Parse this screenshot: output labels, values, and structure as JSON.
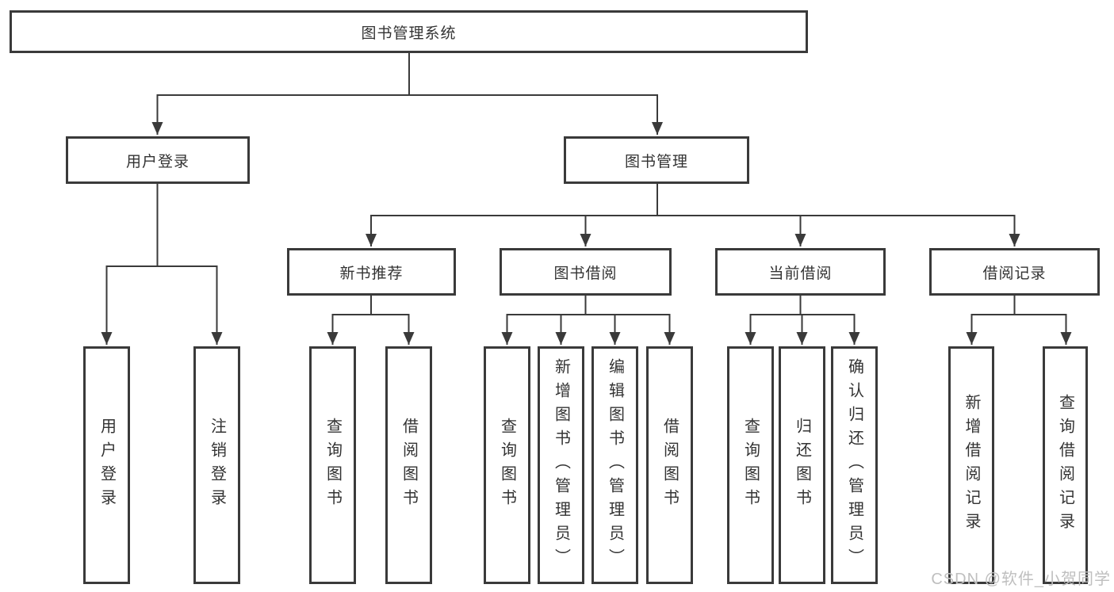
{
  "tree": {
    "root": {
      "label": "图书管理系统"
    },
    "level2": [
      {
        "label": "用户登录"
      },
      {
        "label": "图书管理"
      }
    ],
    "level3": [
      {
        "label": "新书推荐"
      },
      {
        "label": "图书借阅"
      },
      {
        "label": "当前借阅"
      },
      {
        "label": "借阅记录"
      }
    ],
    "leaves": [
      {
        "label": "用户登录"
      },
      {
        "label": "注销登录"
      },
      {
        "label": "查询图书"
      },
      {
        "label": "借阅图书"
      },
      {
        "label": "查询图书"
      },
      {
        "label": "新增图书（管理员）"
      },
      {
        "label": "编辑图书（管理员）"
      },
      {
        "label": "借阅图书"
      },
      {
        "label": "查询图书"
      },
      {
        "label": "归还图书"
      },
      {
        "label": "确认归还（管理员）"
      },
      {
        "label": "新增借阅记录"
      },
      {
        "label": "查询借阅记录"
      }
    ]
  },
  "watermark": {
    "text": "CSDN @软件_小贺同学"
  },
  "colors": {
    "line": "#3a3a3a",
    "text": "#333333",
    "watermark": "#bfbfbf",
    "background": "#ffffff"
  }
}
